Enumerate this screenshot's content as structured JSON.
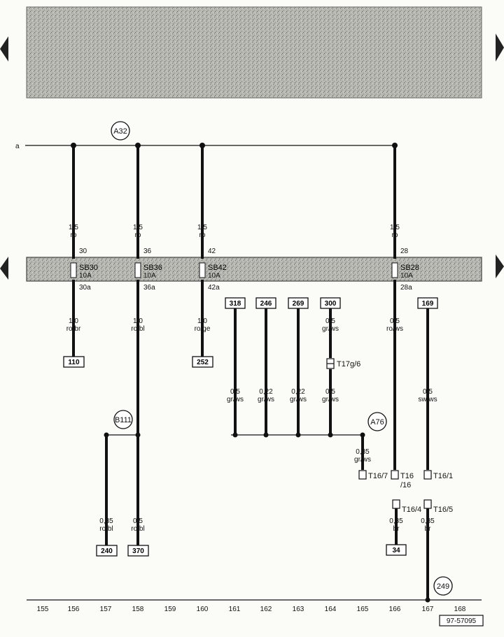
{
  "nodes": {
    "a32": "A32",
    "b111": "B111",
    "a76": "A76",
    "n249": "249"
  },
  "bus_label": "a",
  "fuses": [
    {
      "name": "SB30",
      "rating": "10A",
      "in_pin": "30",
      "out_pin": "30a",
      "top_size": "1,5",
      "top_color": "ro",
      "bot_size": "1,0",
      "bot_color": "ro/br",
      "ref": "110"
    },
    {
      "name": "SB36",
      "rating": "10A",
      "in_pin": "36",
      "out_pin": "36a",
      "top_size": "1,5",
      "top_color": "ro",
      "bot_size": "1,0",
      "bot_color": "ro/bl",
      "ref": ""
    },
    {
      "name": "SB42",
      "rating": "10A",
      "in_pin": "42",
      "out_pin": "42a",
      "top_size": "1,5",
      "top_color": "ro",
      "bot_size": "1,0",
      "bot_color": "ro/ge",
      "ref": "252"
    },
    {
      "name": "SB28",
      "rating": "10A",
      "in_pin": "28",
      "out_pin": "28a",
      "top_size": "1,5",
      "top_color": "ro",
      "bot_size": "0,5",
      "bot_color": "ro/ws",
      "ref": ""
    }
  ],
  "mid_refs": [
    "318",
    "246",
    "269",
    "300",
    "169"
  ],
  "mid_wires": [
    {
      "size": "0,5",
      "color": "gr/ws"
    },
    {
      "size": "0,22",
      "color": "gr/ws"
    },
    {
      "size": "0,22",
      "color": "gr/ws"
    },
    {
      "size": "0,5",
      "color": "gr/ws"
    },
    {
      "size": "0,5",
      "color": "sw/ws"
    }
  ],
  "connector_t17": "T17g/6",
  "wire_300_top": {
    "size": "0,5",
    "color": "gr/ws"
  },
  "a76_wire": {
    "size": "0,35",
    "color": "gr/ws"
  },
  "connectors": {
    "t16_7": "T16/7",
    "t16_16a": "T16",
    "t16_16b": "/16",
    "t16_1": "T16/1",
    "t16_4": "T16/4",
    "t16_5": "T16/5"
  },
  "bottom_wires": [
    {
      "size": "0,35",
      "color": "ro/bl",
      "ref": "240"
    },
    {
      "size": "0,5",
      "color": "ro/bl",
      "ref": "370"
    },
    {
      "size": "0,35",
      "color": "br",
      "ref": "34"
    },
    {
      "size": "0,35",
      "color": "br",
      "ref": ""
    }
  ],
  "tracks": [
    "155",
    "156",
    "157",
    "158",
    "159",
    "160",
    "161",
    "162",
    "163",
    "164",
    "165",
    "166",
    "167",
    "168"
  ],
  "figure_id": "97-57095"
}
